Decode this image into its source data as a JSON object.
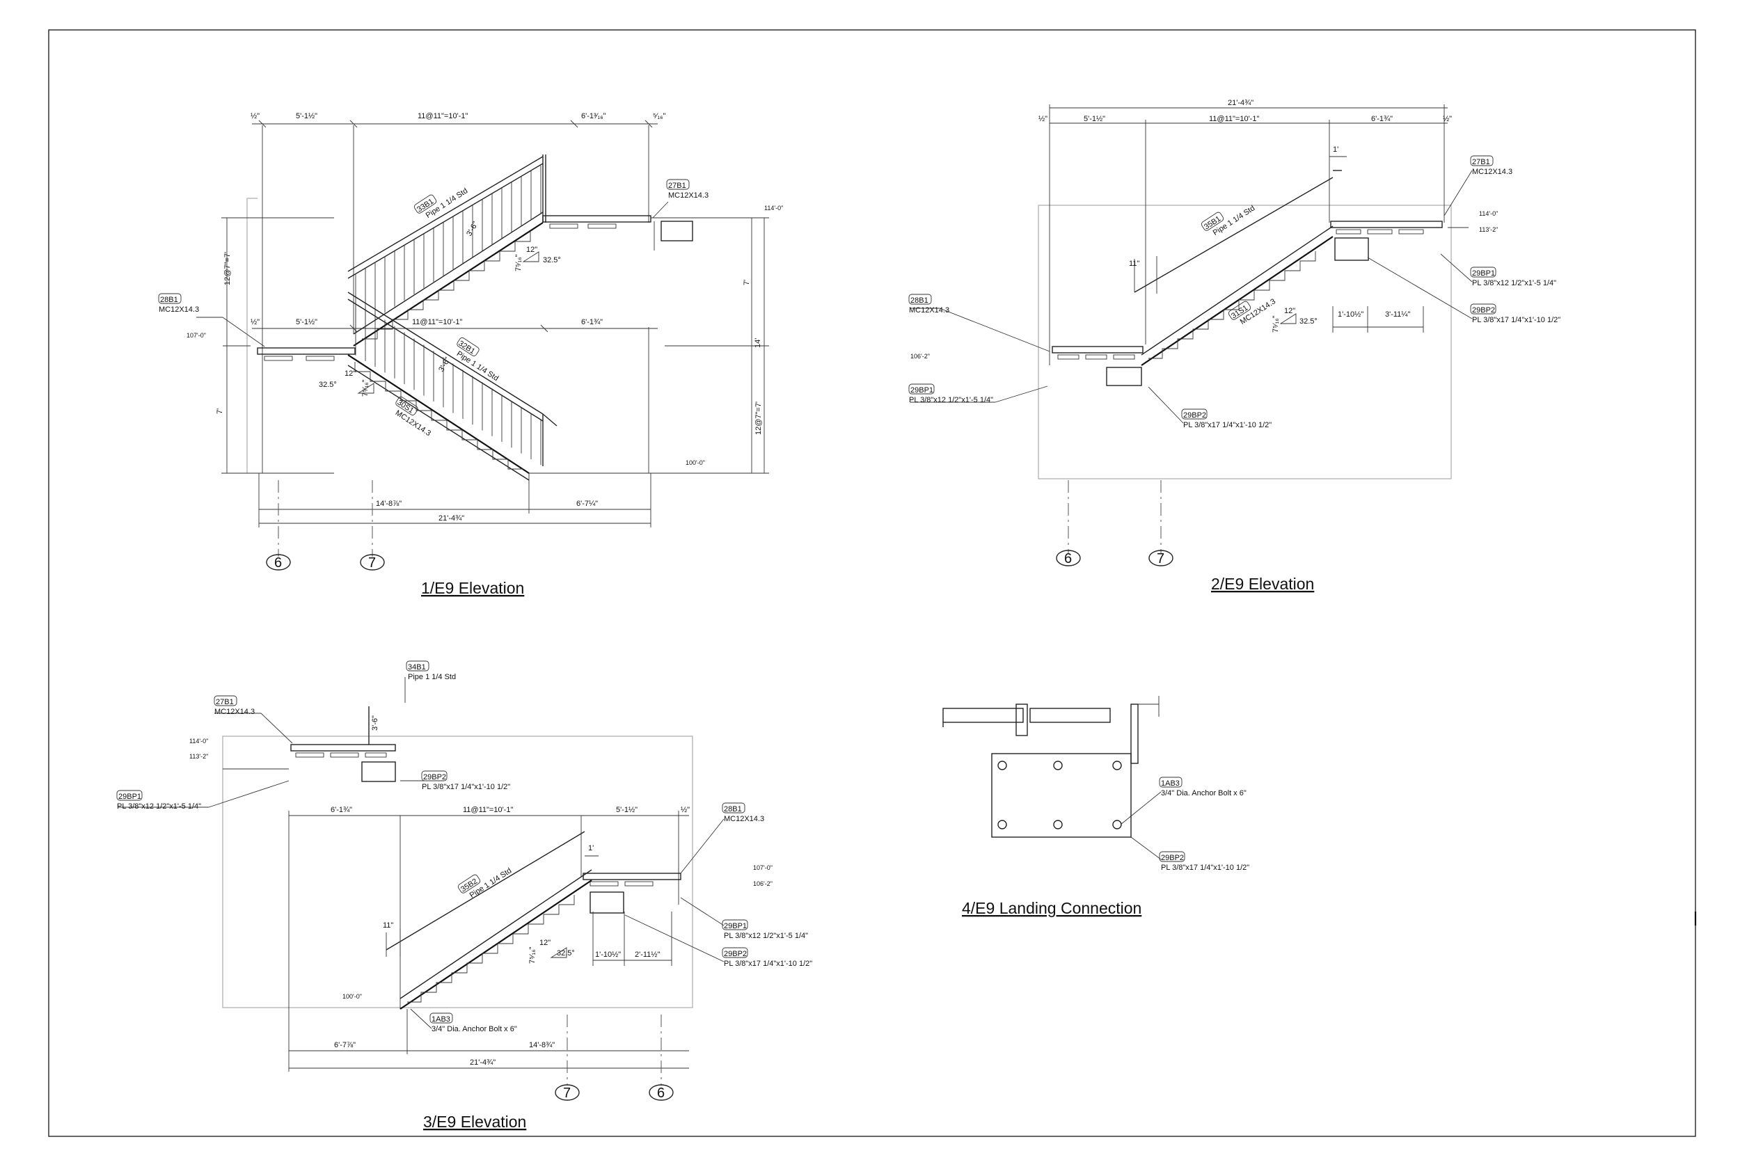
{
  "views": {
    "v1": {
      "title": "1/E9 Elevation",
      "dims_top": [
        "½\"",
        "5'-1½\"",
        "11@11\"=10'-1\"",
        "6'-1³⁄₁₆\"",
        "⁵⁄₁₆\""
      ],
      "dims_mid": [
        "½\"",
        "5'-1½\"",
        "11@11\"=10'-1\"",
        "6'-1¾\""
      ],
      "dims_bottom": [
        "14'-8⅞\"",
        "6'-7¼\"",
        "21'-4¾\""
      ],
      "dims_side": [
        "12@7\"=7'",
        "12@7\"=7'",
        "7'",
        "7'",
        "14'"
      ],
      "levels": [
        "114'-0\"",
        "107'-0\"",
        "100'-0\""
      ],
      "rail_dims": [
        "3'-6\"",
        "3'-6\""
      ],
      "slope": {
        "rise": "7⁵⁄₁₆\"",
        "run": "12\"",
        "angle": "32.5°"
      },
      "slope2": {
        "rise": "7⁵⁄₁₆\"",
        "run": "12\"",
        "angle": "32.5°"
      },
      "callouts": [
        {
          "tag": "33B1",
          "desc": "Pipe 1 1/4 Std"
        },
        {
          "tag": "27B1",
          "desc": "MC12X14.3"
        },
        {
          "tag": "28B1",
          "desc": "MC12X14.3"
        },
        {
          "tag": "32B1",
          "desc": "Pipe 1 1/4 Std"
        },
        {
          "tag": "30S1",
          "desc": "MC12X14.3"
        }
      ],
      "grids": [
        "6",
        "7"
      ]
    },
    "v2": {
      "title": "2/E9 Elevation",
      "dims_top": [
        "21'-4¾\"",
        "½\"",
        "5'-1½\"",
        "11@11\"=10'-1\"",
        "6'-1¾\"",
        "½\""
      ],
      "dims_small": [
        "1'",
        "11\"",
        "1'-10½\"",
        "3'-11¼\""
      ],
      "levels": [
        "114'-0\"",
        "113'-2\"",
        "106'-2\""
      ],
      "slope": {
        "rise": "7⁵⁄₁₆\"",
        "run": "12\"",
        "angle": "32.5°"
      },
      "callouts": [
        {
          "tag": "27B1",
          "desc": "MC12X14.3"
        },
        {
          "tag": "35B1",
          "desc": "Pipe 1 1/4 Std"
        },
        {
          "tag": "28B1",
          "desc": "MC12X14.3"
        },
        {
          "tag": "31S1",
          "desc": "MC12X14.3"
        },
        {
          "tag": "29BP1",
          "desc": "PL 3/8\"x12 1/2\"x1'-5 1/4\""
        },
        {
          "tag": "29BP2",
          "desc": "PL 3/8\"x17 1/4\"x1'-10 1/2\""
        },
        {
          "tag": "29BP1",
          "desc": "PL 3/8\"x12 1/2\"x1'-5 1/4\""
        },
        {
          "tag": "29BP2",
          "desc": "PL 3/8\"x17 1/4\"x1'-10 1/2\""
        }
      ],
      "grids": [
        "6",
        "7"
      ]
    },
    "v3": {
      "title": "3/E9 Elevation",
      "dims_top": [
        "6'-1¾\"",
        "11@11\"=10'-1\"",
        "5'-1½\"",
        "½\""
      ],
      "dims_bottom": [
        "6'-7⅞\"",
        "14'-8¾\"",
        "21'-4¾\""
      ],
      "dims_small": [
        "3'-6\"",
        "1'",
        "11\"",
        "1'-10½\"",
        "2'-11½\""
      ],
      "levels": [
        "114'-0\"",
        "113'-2\"",
        "107'-0\"",
        "106'-2\"",
        "100'-0\""
      ],
      "slope": {
        "rise": "7⁵⁄₁₆\"",
        "run": "12\"",
        "angle": "32.5°"
      },
      "callouts": [
        {
          "tag": "34B1",
          "desc": "Pipe 1 1/4 Std"
        },
        {
          "tag": "27B1",
          "desc": "MC12X14.3"
        },
        {
          "tag": "29BP2",
          "desc": "PL 3/8\"x17 1/4\"x1'-10 1/2\""
        },
        {
          "tag": "29BP1",
          "desc": "PL 3/8\"x12 1/2\"x1'-5 1/4\""
        },
        {
          "tag": "28B1",
          "desc": "MC12X14.3"
        },
        {
          "tag": "35B2",
          "desc": "Pipe 1 1/4 Std"
        },
        {
          "tag": "29BP1",
          "desc": "PL 3/8\"x12 1/2\"x1'-5 1/4\""
        },
        {
          "tag": "29BP2",
          "desc": "PL 3/8\"x17 1/4\"x1'-10 1/2\""
        },
        {
          "tag": "1AB3",
          "desc": "3/4\" Dia. Anchor Bolt x 6\""
        }
      ],
      "grids": [
        "7",
        "6"
      ]
    },
    "v4": {
      "title": "4/E9 Landing Connection",
      "callouts": [
        {
          "tag": "1AB3",
          "desc": "3/4\" Dia. Anchor Bolt x 6\""
        },
        {
          "tag": "29BP2",
          "desc": "PL 3/8\"x17 1/4\"x1'-10 1/2\""
        }
      ]
    }
  }
}
